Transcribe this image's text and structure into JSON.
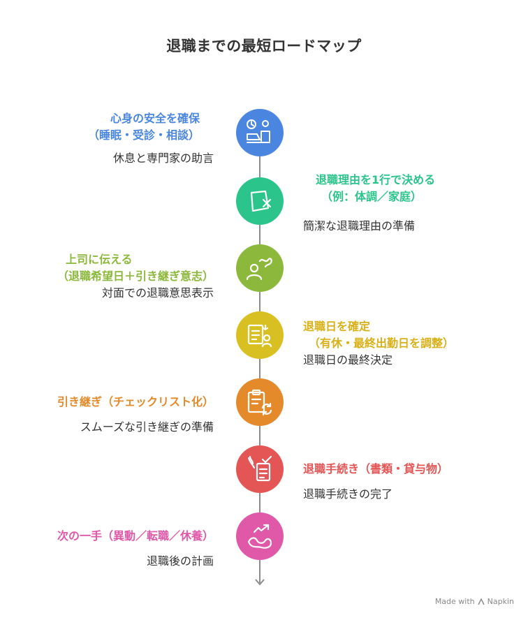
{
  "title": "退職までの最短ロードマップ",
  "colors": {
    "step1": "#4a86e0",
    "step2": "#2bc48a",
    "step3": "#8cb83c",
    "step4": "#d9c022",
    "step5": "#e48a2a",
    "step6": "#e45555",
    "step7": "#e058a8",
    "line": "#8c8c8c"
  },
  "steps": [
    {
      "heading_l1": "心身の安全を確保",
      "heading_l2": "（睡眠・受診・相談）",
      "desc": "休息と専門家の助言",
      "icon": "person-at-desk-with-clock-icon"
    },
    {
      "heading_l1": "退職理由を1行で決める",
      "heading_l2": "（例：体調／家庭）",
      "desc": "簡潔な退職理由の準備",
      "icon": "box-with-x-icon"
    },
    {
      "heading_l1": "上司に伝える",
      "heading_l2": "（退職希望日＋引き継ぎ意志）",
      "desc": "対面での退職意思表示",
      "icon": "person-speaking-icon"
    },
    {
      "heading_l1": "退職日を確定",
      "heading_l2": "（有休・最終出勤日を調整）",
      "desc": "退職日の最終決定",
      "icon": "clipboard-person-icon"
    },
    {
      "heading_l1": "引き継ぎ（チェックリスト化）",
      "heading_l2": "",
      "desc": "スムーズな引き継ぎの準備",
      "icon": "clipboard-refresh-icon"
    },
    {
      "heading_l1": "退職手続き（書類・貸与物）",
      "heading_l2": "",
      "desc": "退職手続きの完了",
      "icon": "hand-holding-document-icon"
    },
    {
      "heading_l1": "次の一手（異動／転職／休養）",
      "heading_l2": "",
      "desc": "退職後の計画",
      "icon": "trending-up-arrow-icon"
    }
  ],
  "watermark": {
    "made_with": "Made with",
    "brand": "Napkin"
  }
}
